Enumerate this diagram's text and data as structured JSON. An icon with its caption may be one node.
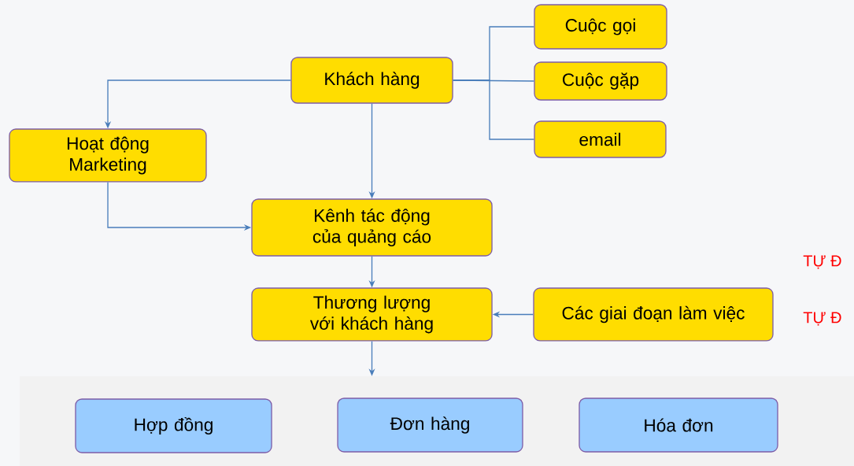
{
  "diagram": {
    "nodes": [
      {
        "text": [
          "Khách hàng"
        ]
      },
      {
        "text": [
          "Cuộc gọi"
        ]
      },
      {
        "text": [
          "Cuộc gặp"
        ]
      },
      {
        "text": [
          "email"
        ]
      },
      {
        "text": [
          "Hoạt động Marketing"
        ]
      },
      {
        "text": [
          "Kênh tác động của quảng cáo"
        ]
      },
      {
        "text": [
          "Thương lượng với khách hàng"
        ]
      },
      {
        "text": [
          "Các giai đoạn làm việc"
        ]
      },
      {
        "text": [],
        "shape": "box"
      },
      {
        "text": [
          "Hợp đồng"
        ],
        "in": 8
      },
      {
        "text": [
          "Đơn hàng"
        ],
        "in": 8
      },
      {
        "text": [
          "Hóa đơn"
        ],
        "in": 8
      }
    ],
    "edges": [
      {
        "from": 0,
        "to": 1,
        "arrow": "none"
      },
      {
        "from": 0,
        "to": 2,
        "arrow": "none"
      },
      {
        "from": 0,
        "to": 3,
        "arrow": "none"
      },
      {
        "from": 0,
        "to": 4,
        "arrow": "to"
      },
      {
        "from": 0,
        "to": 5,
        "arrow": "to"
      },
      {
        "from": 4,
        "to": 5,
        "arrow": "to"
      },
      {
        "from": 5,
        "to": 6,
        "arrow": "to"
      },
      {
        "from": 7,
        "to": 6,
        "arrow": "to"
      },
      {
        "from": 6,
        "to": 8,
        "arrow": "to"
      }
    ],
    "labels": [
      "TỰ Đ",
      "TỰ Đ"
    ]
  }
}
